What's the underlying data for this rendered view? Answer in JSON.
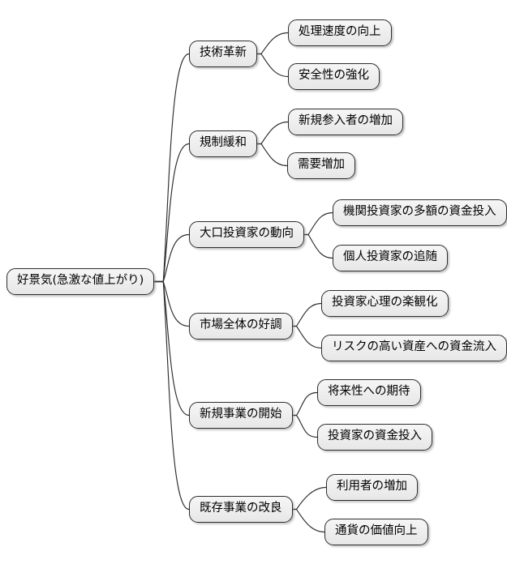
{
  "mindmap": {
    "root": "好景気(急激な値上がり)",
    "branches": [
      {
        "label": "技術革新",
        "children": [
          "処理速度の向上",
          "安全性の強化"
        ]
      },
      {
        "label": "規制緩和",
        "children": [
          "新規参入者の増加",
          "需要増加"
        ]
      },
      {
        "label": "大口投資家の動向",
        "children": [
          "機関投資家の多額の資金投入",
          "個人投資家の追随"
        ]
      },
      {
        "label": "市場全体の好調",
        "children": [
          "投資家心理の楽観化",
          "リスクの高い資産への資金流入"
        ]
      },
      {
        "label": "新規事業の開始",
        "children": [
          "将来性への期待",
          "投資家の資金投入"
        ]
      },
      {
        "label": "既存事業の改良",
        "children": [
          "利用者の増加",
          "通貨の価値向上"
        ]
      }
    ],
    "style": {
      "node_fill_top": "#f6f6f6",
      "node_fill_bottom": "#e7e7e7",
      "node_border": "#2d2d2d",
      "edge_color": "#2d2d2d",
      "background": "#ffffff",
      "text_color": "#000000"
    }
  }
}
